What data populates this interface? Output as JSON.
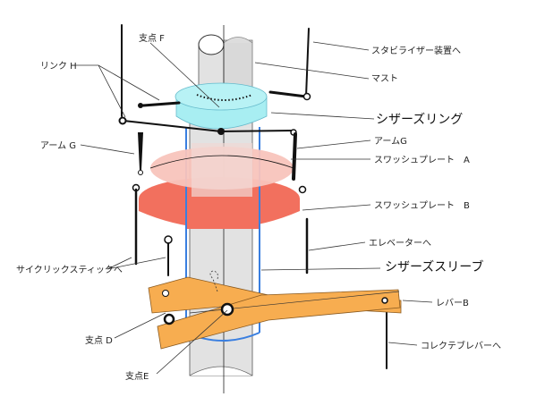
{
  "title": "スワッシュプレート機構図",
  "labels": {
    "pivot_f": "支点 F",
    "stabilizer": "スタビライザー装置へ",
    "mast": "マスト",
    "link_h": "リンク H",
    "scissors_ring": "シザーズリング",
    "arm_g_left": "アーム G",
    "arm_g_right": "アームG",
    "swashplate_a": "スワッシュプレート　A",
    "swashplate_b": "スワッシュプレート　B",
    "elevator": "エレベーターへ",
    "cyclic_stick": "サイクリックスティックへ",
    "scissors_sleeve": "シザーズスリーブ",
    "lever_b": "レバーB",
    "pivot_d": "支点 D",
    "pivot_e": "支点E",
    "collective_lever": "コレクテブレバーへ"
  },
  "colors": {
    "mast": "#e2e2e2",
    "scissors_ring": "#a8eef2",
    "swashplate_a": "#f8c4bc",
    "swashplate_b": "#f2705e",
    "lever": "#f7ad50",
    "sleeve": "#3a7fe0"
  }
}
